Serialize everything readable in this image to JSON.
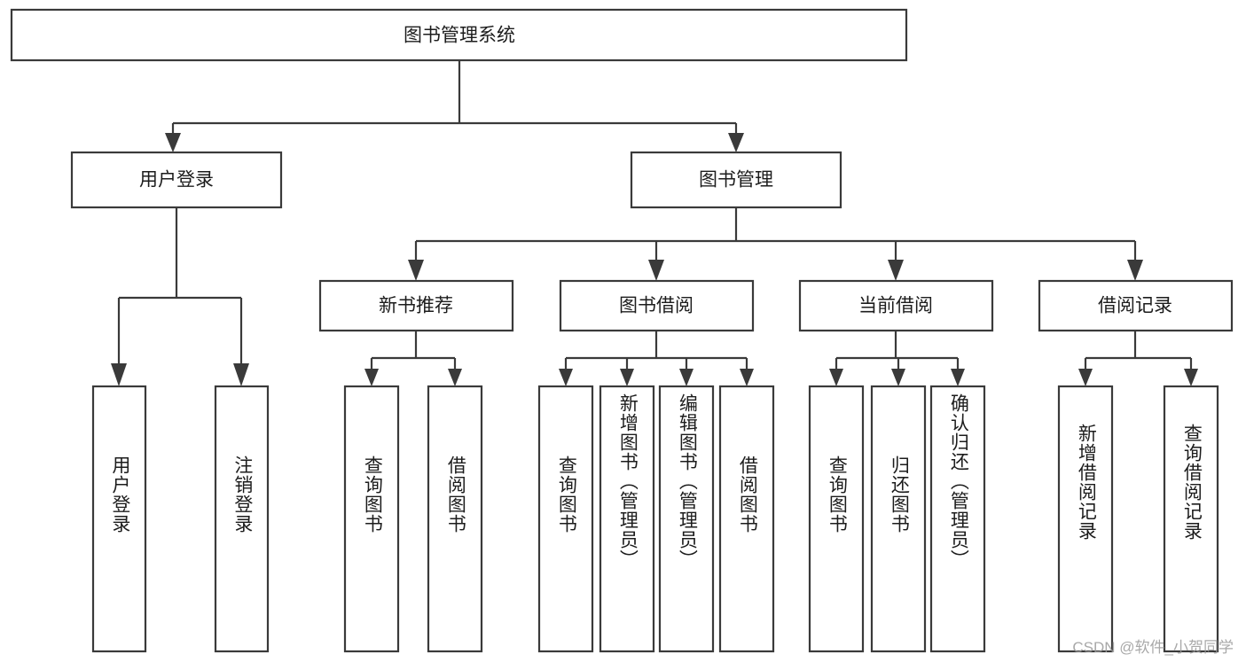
{
  "diagram": {
    "type": "tree-hierarchy",
    "title": "图书管理系统",
    "orientation": "top-down",
    "colors": {
      "box_fill": "#ffffff",
      "box_stroke": "#3a3a3a",
      "text": "#1c1c1c",
      "background": "#ffffff",
      "watermark": "#9a9a9a"
    },
    "levels": [
      {
        "level": 1,
        "nodes": [
          {
            "id": "root",
            "label": "图书管理系统",
            "orientation": "horizontal"
          }
        ]
      },
      {
        "level": 2,
        "nodes": [
          {
            "id": "user-login",
            "label": "用户登录",
            "orientation": "horizontal",
            "parent": "root"
          },
          {
            "id": "book-manage",
            "label": "图书管理",
            "orientation": "horizontal",
            "parent": "root"
          }
        ]
      },
      {
        "level": 3,
        "nodes": [
          {
            "id": "new-book-rec",
            "label": "新书推荐",
            "orientation": "horizontal",
            "parent": "book-manage"
          },
          {
            "id": "book-borrow",
            "label": "图书借阅",
            "orientation": "horizontal",
            "parent": "book-manage"
          },
          {
            "id": "current-borrow",
            "label": "当前借阅",
            "orientation": "horizontal",
            "parent": "book-manage"
          },
          {
            "id": "borrow-record",
            "label": "借阅记录",
            "orientation": "horizontal",
            "parent": "book-manage"
          }
        ]
      },
      {
        "level": 4,
        "nodes": [
          {
            "id": "leaf-user-login",
            "label": "用户登录",
            "orientation": "vertical",
            "parent": "user-login"
          },
          {
            "id": "leaf-logout",
            "label": "注销登录",
            "orientation": "vertical",
            "parent": "user-login"
          },
          {
            "id": "leaf-query-book-1",
            "label": "查询图书",
            "orientation": "vertical",
            "parent": "new-book-rec"
          },
          {
            "id": "leaf-borrow-book-1",
            "label": "借阅图书",
            "orientation": "vertical",
            "parent": "new-book-rec"
          },
          {
            "id": "leaf-query-book-2",
            "label": "查询图书",
            "orientation": "vertical",
            "parent": "book-borrow"
          },
          {
            "id": "leaf-add-book",
            "label": "新增图书（管理员）",
            "orientation": "vertical",
            "parent": "book-borrow"
          },
          {
            "id": "leaf-edit-book",
            "label": "编辑图书（管理员）",
            "orientation": "vertical",
            "parent": "book-borrow"
          },
          {
            "id": "leaf-borrow-book-2",
            "label": "借阅图书",
            "orientation": "vertical",
            "parent": "book-borrow"
          },
          {
            "id": "leaf-query-book-3",
            "label": "查询图书",
            "orientation": "vertical",
            "parent": "current-borrow"
          },
          {
            "id": "leaf-return-book",
            "label": "归还图书",
            "orientation": "vertical",
            "parent": "current-borrow"
          },
          {
            "id": "leaf-confirm-return",
            "label": "确认归还（管理员）",
            "orientation": "vertical",
            "parent": "current-borrow"
          },
          {
            "id": "leaf-add-record",
            "label": "新增借阅记录",
            "orientation": "vertical",
            "parent": "borrow-record"
          },
          {
            "id": "leaf-query-record",
            "label": "查询借阅记录",
            "orientation": "vertical",
            "parent": "borrow-record"
          }
        ]
      }
    ]
  },
  "watermark": {
    "text": "CSDN @软件_小贺同学"
  }
}
